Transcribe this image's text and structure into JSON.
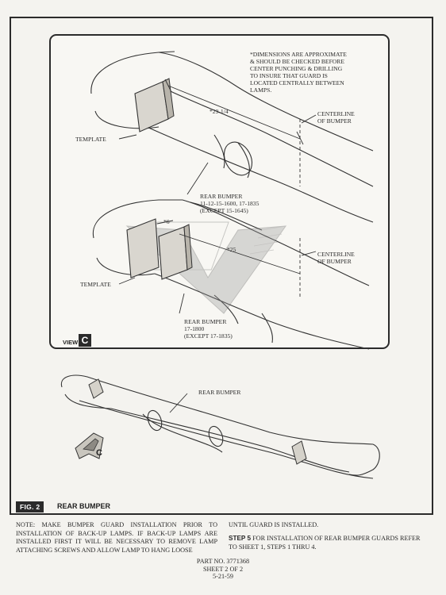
{
  "figure": {
    "tag": "FIG. 2",
    "title": "REAR BUMPER",
    "view_label": "VIEW",
    "view_letter": "C",
    "callout_letter": "C"
  },
  "view_c": {
    "note": "*DIMENSIONS ARE APPROXIMATE\n& SHOULD BE CHECKED BEFORE\nCENTER PUNCHING & DRILLING\nTO INSURE THAT GUARD IS\nLOCATED CENTRALLY BETWEEN\nLAMPS.",
    "upper": {
      "template_label": "TEMPLATE",
      "dimension": "*29-1/4",
      "centerline_label": "CENTERLINE\nOF BUMPER",
      "bumper_label": "REAR BUMPER\n11-12-15-1600, 17-1835\n(EXCEPT 15-1645)"
    },
    "lower": {
      "template_label": "TEMPLATE",
      "dimension_small": "*6",
      "dimension": "*25",
      "centerline_label": "CENTERLINE\nOF BUMPER",
      "bumper_label": "REAR BUMPER\n17-1800\n(EXCEPT 17-1835)"
    }
  },
  "overview": {
    "bumper_label": "REAR BUMPER"
  },
  "notes": {
    "left": "NOTE: MAKE BUMPER GUARD INSTALLATION PRIOR TO INSTALLATION OF BACK-UP LAMPS. IF BACK-UP LAMPS ARE INSTALLED FIRST IT WILL BE NECESSARY TO REMOVE LAMP ATTACHING SCREWS AND ALLOW LAMP TO HANG LOOSE",
    "right_line1": "UNTIL GUARD IS INSTALLED.",
    "step_label": "STEP 5",
    "step_text": "FOR INSTALLATION OF REAR BUMPER GUARDS REFER TO SHEET 1, STEPS 1 THRU 4."
  },
  "footer": {
    "part_no": "PART NO. 3771368",
    "sheet": "SHEET 2 OF 2",
    "date": "5-21-59"
  }
}
